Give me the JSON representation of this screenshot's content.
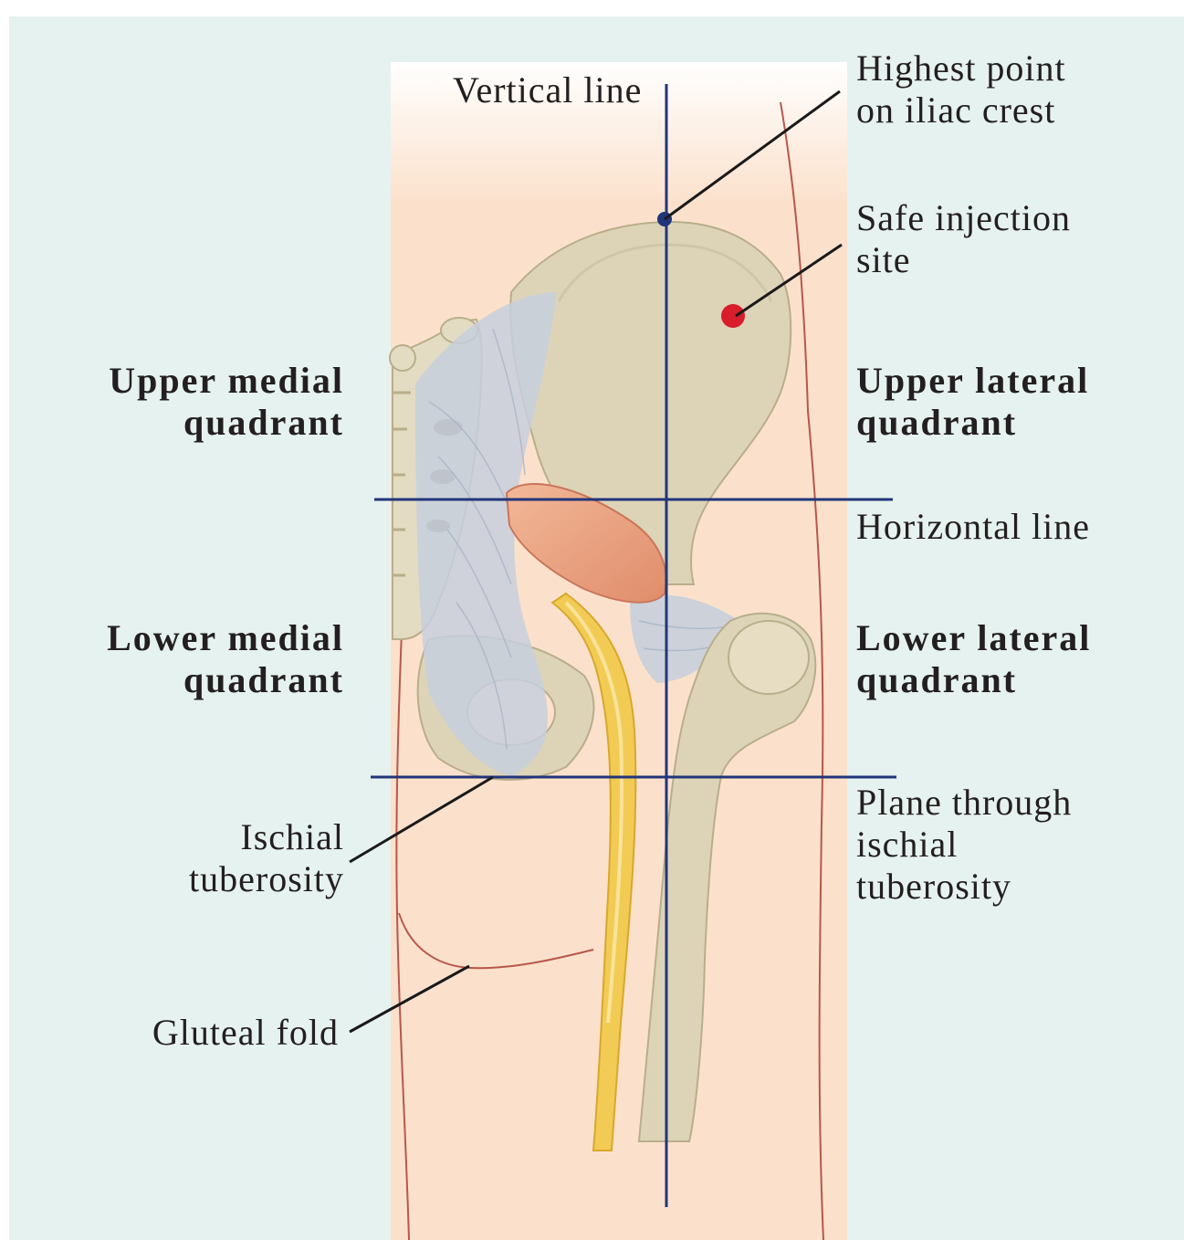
{
  "labels": {
    "vertical_line": "Vertical line",
    "highest_point": "Highest point\non iliac crest",
    "safe_injection": "Safe injection\nsite",
    "upper_medial": "Upper medial\nquadrant",
    "upper_lateral": "Upper lateral\nquadrant",
    "horizontal_line": "Horizontal line",
    "lower_medial": "Lower medial\nquadrant",
    "lower_lateral": "Lower lateral\nquadrant",
    "plane_ischial": "Plane through\nischial\ntuberosity",
    "ischial_tuberosity": "Ischial\ntuberosity",
    "gluteal_fold": "Gluteal fold"
  },
  "colors": {
    "background": "#e6f2ef",
    "skin": "#fbe1cc",
    "bone": "#ddd4b8",
    "ligament": "#c7cfdc",
    "muscle": "#eaa27f",
    "nerve": "#f2cb55",
    "guide_line": "#21357a",
    "injection_dot": "#d81e2a",
    "leader": "#1a1a1a"
  }
}
